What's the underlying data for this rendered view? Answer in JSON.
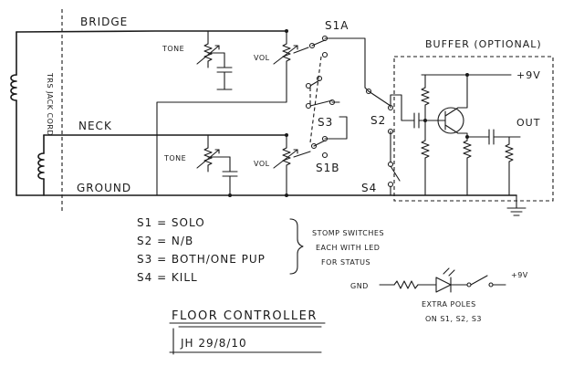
{
  "labels": {
    "bridge": "BRIDGE",
    "neck": "NECK",
    "ground": "GROUND",
    "trs_cord": "TRS\nJACK\nCORD",
    "tone": "TONE",
    "vol": "VOL",
    "s1a": "S1A",
    "s1b": "S1B",
    "s2": "S2",
    "s3": "S3",
    "s4": "S4",
    "buffer": "BUFFER (OPTIONAL)",
    "plus9v": "+9V",
    "out": "OUT",
    "gnd": "GND",
    "led_plus9v": "+9V"
  },
  "legend": [
    "S1 = SOLO",
    "S2 = N/B",
    "S3 = BOTH/ONE PUP",
    "S4 = KILL"
  ],
  "stomp_note": [
    "STOMP SWITCHES",
    "EACH WITH LED",
    "FOR STATUS"
  ],
  "extra_poles_note": [
    "EXTRA POLES",
    "ON S1, S2, S3"
  ],
  "title": "FLOOR CONTROLLER",
  "signature": "JH   29/8/10"
}
